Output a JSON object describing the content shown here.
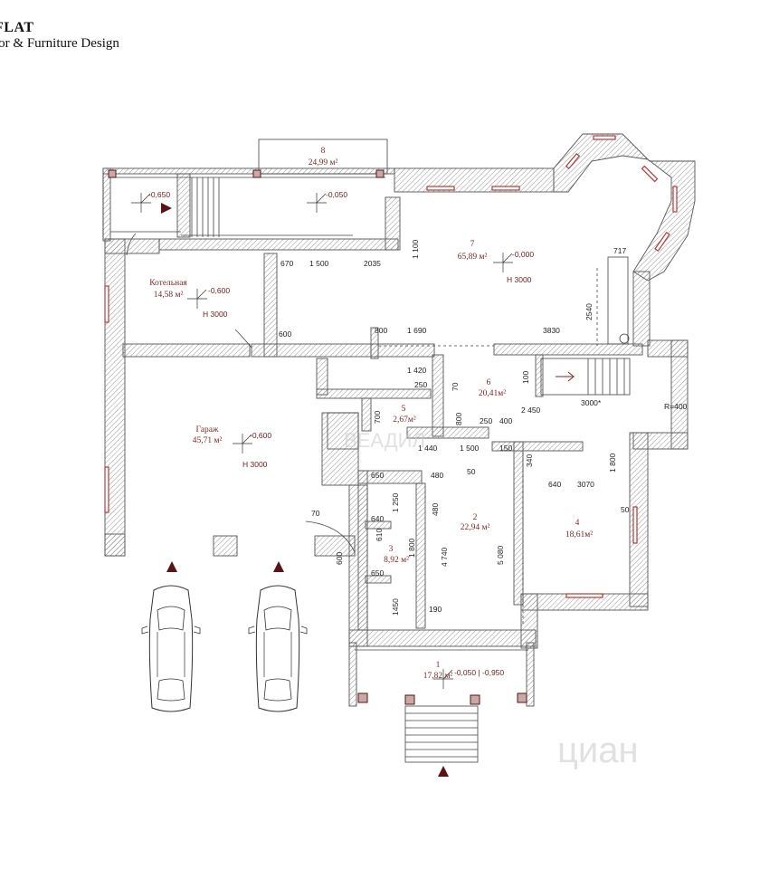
{
  "brand": {
    "title": "FLAT",
    "subtitle": "ior & Furniture Design"
  },
  "rooms": {
    "r8": {
      "num": "8",
      "area": "24,99 м²",
      "level": "-0,050"
    },
    "r7": {
      "num": "7",
      "area": "65,89 м²",
      "level": "-0,000",
      "height": "H 3000"
    },
    "boiler": {
      "name": "Котельная",
      "area": "14,58 м²",
      "level": "-0,600",
      "height": "H 3000"
    },
    "garage": {
      "name": "Гараж",
      "area": "45,71 м²",
      "level": "-0,600",
      "height": "H 3000"
    },
    "r6": {
      "num": "6",
      "area": "20,41м²"
    },
    "r5": {
      "num": "5",
      "area": "2,67м²"
    },
    "r2": {
      "num": "2",
      "area": "22,94 м²"
    },
    "r3": {
      "num": "3",
      "area": "8,92 м²"
    },
    "r4": {
      "num": "4",
      "area": "18,61м²"
    },
    "r1": {
      "num": "1",
      "area": "17,82 м²",
      "level": "-0,050 | -0,950"
    },
    "porch_left": {
      "level": "-0,650"
    }
  },
  "dims": {
    "d670": "670",
    "d1500a": "1 500",
    "d2035": "2035",
    "d1100": "1 100",
    "d717": "717",
    "d2540": "2540",
    "d600a": "600",
    "d800a": "800",
    "d1690": "1 690",
    "d3830": "3830",
    "d1420": "1 420",
    "d250a": "250",
    "d70a": "70",
    "d100": "100",
    "d3000s": "3000*",
    "d700": "700",
    "d800b": "800",
    "d2450": "2 450",
    "d250b": "250",
    "d400": "400",
    "dR": "R=400",
    "d1440": "1 440",
    "d1500b": "1 500",
    "d150": "150",
    "d340": "340",
    "d1800a": "1 800",
    "d650a": "650",
    "d480a": "480",
    "d50a": "50",
    "d640a": "640",
    "d3070": "3070",
    "d1250": "1 250",
    "d480b": "480",
    "d640b": "640",
    "d50b": "50",
    "d70b": "70",
    "d610": "610",
    "d1800b": "1 800",
    "d4740": "4 740",
    "d5080": "5 080",
    "d600b": "600",
    "d650b": "650",
    "d1450": "1450",
    "d190": "190"
  },
  "watermarks": {
    "center": "ВЕАДИЛ",
    "corner": "циан"
  },
  "colors": {
    "wall_stroke": "#555555",
    "accent": "#7a2a2a",
    "window": "#b03a3a",
    "entrance": "#5a1414"
  },
  "icons": [
    "entrance-arrow-icon",
    "car-icon",
    "stair-arrow-icon",
    "level-mark-icon"
  ]
}
